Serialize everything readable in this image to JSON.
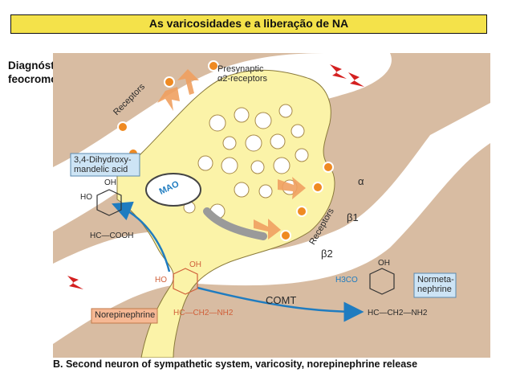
{
  "header": {
    "title": "As varicosidades e a liberação de NA"
  },
  "annotation": {
    "line1": "Diagnóstico de",
    "line2": "feocromocitoma"
  },
  "figure": {
    "caption": "B. Second neuron of sympathetic system, varicosity, norepinephrine release",
    "labels": {
      "presynaptic_line1": "Presynaptic",
      "presynaptic_line2": "α2-receptors",
      "receptors_top": "Receptors",
      "receptors_right": "Receptors",
      "mao": "MAO",
      "comt": "COMT",
      "alpha": "α",
      "beta1": "β1",
      "beta2": "β2",
      "dhma_line1": "3,4-Dihydroxy-",
      "dhma_line2": "mandelic acid",
      "norepinephrine": "Norepinephrine",
      "normeta_line1": "Normeta-",
      "normeta_line2": "nephrine"
    },
    "chem": {
      "oh": "OH",
      "ho": "HO",
      "hc_cooh": "HC—COOH",
      "hc_ch2_nh2": "HC—CH2—NH2",
      "h3co": "H3CO",
      "norepi_chain": "HC—CH2—NH2",
      "normeta_chain": "HC—CH2—NH2"
    },
    "colors": {
      "background_tissue": "#d8bca2",
      "neuron_fill": "#fbf3a8",
      "channel_fill": "#ffffff",
      "arrow_orange": "#f0a060",
      "arrow_blue": "#1f7cc0",
      "label_box_orange": "#f6b894",
      "label_box_blue": "#cde4f5",
      "lightning": "#d42020"
    },
    "icons": [
      "lightning-bolt-icon",
      "vesicle-icon",
      "receptor-knob-icon",
      "mitochondrion-icon"
    ]
  }
}
